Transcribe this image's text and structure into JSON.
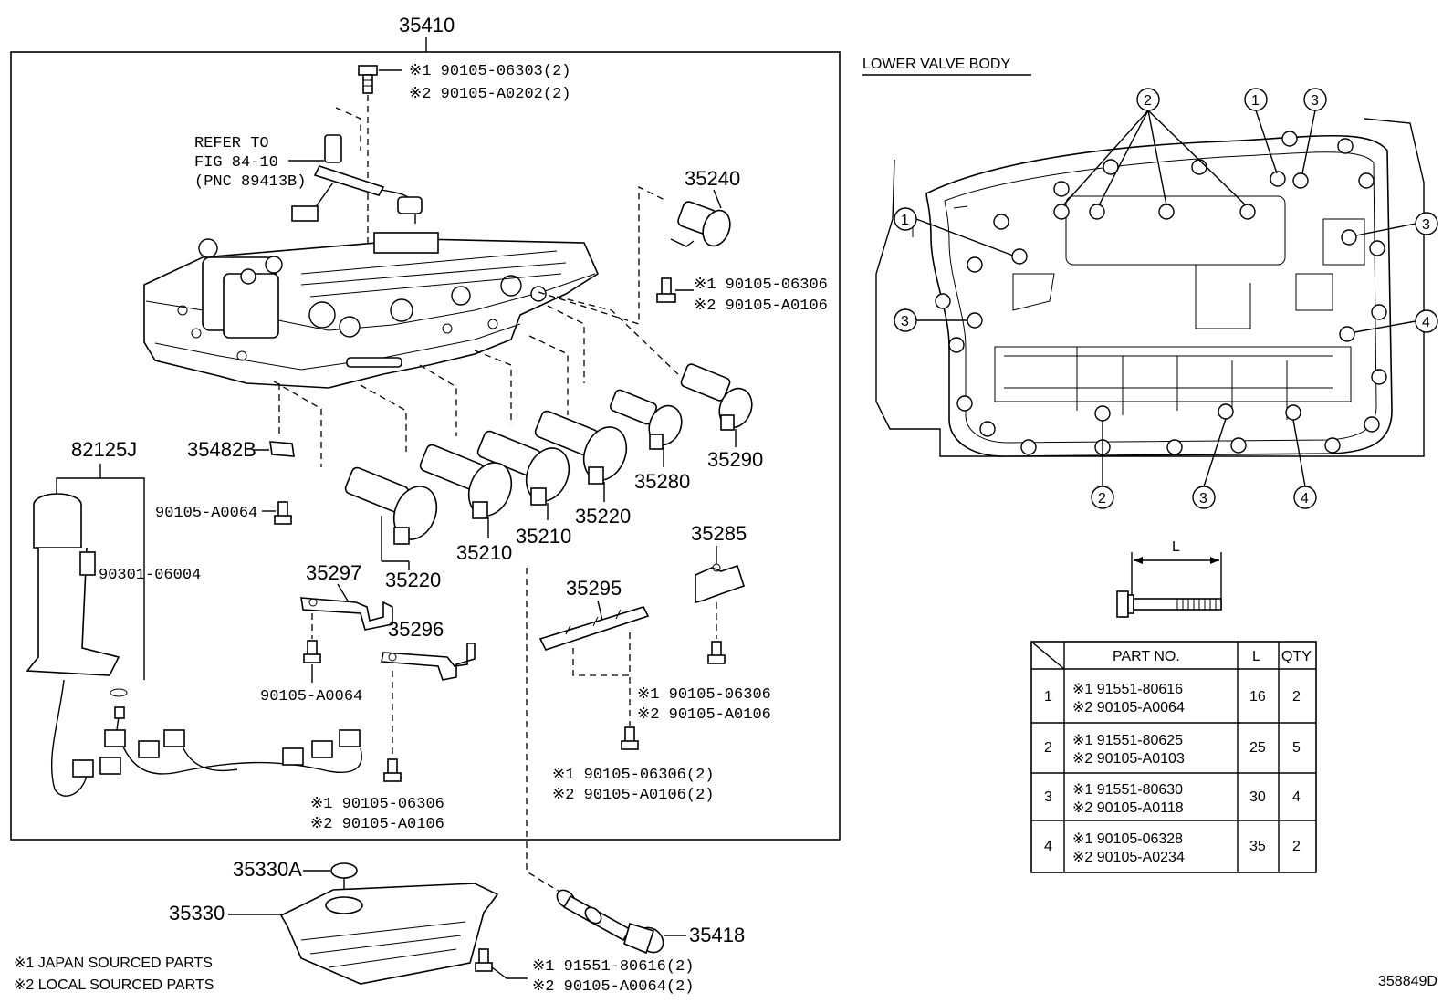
{
  "main_part": "35410",
  "refer": {
    "line1": "REFER TO",
    "line2": "FIG 84-10",
    "line3": "(PNC 89413B)"
  },
  "lower_valve_body_title": "LOWER VALVE BODY",
  "callouts": {
    "p35240": "35240",
    "p35290": "35290",
    "p35280": "35280",
    "p35220a": "35220",
    "p35210a": "35210",
    "p35210b": "35210",
    "p35220b": "35220",
    "p35482b": "35482B",
    "p82125j": "82125J",
    "p35297": "35297",
    "p35296": "35296",
    "p35295": "35295",
    "p35285": "35285",
    "p35330a": "35330A",
    "p35330": "35330",
    "p35418": "35418",
    "p90301": "90301-06004",
    "p90105_a0064_a": "90105-A0064",
    "p90105_a0064_b": "90105-A0064"
  },
  "bolt_pairs": {
    "top": {
      "l1": "※1 90105-06303(2)",
      "l2": "※2 90105-A0202(2)"
    },
    "right": {
      "l1": "※1 90105-06306",
      "l2": "※2 90105-A0106"
    },
    "mid": {
      "l1": "※1 90105-06306",
      "l2": "※2 90105-A0106"
    },
    "low": {
      "l1": "※1 90105-06306(2)",
      "l2": "※2 90105-A0106(2)"
    },
    "bottom_left": {
      "l1": "※1 90105-06306",
      "l2": "※2 90105-A0106"
    },
    "pan": {
      "l1": "※1 91551-80616(2)",
      "l2": "※2 90105-A0064(2)"
    }
  },
  "notes": {
    "n1": "※1 JAPAN SOURCED PARTS",
    "n2": "※2 LOCAL SOURCED PARTS"
  },
  "figure_id": "358849D",
  "dimension_label": "L",
  "lower_markers": {
    "top1": "2",
    "top2": "1",
    "top3": "3",
    "left1": "1",
    "left2": "3",
    "right1": "3",
    "right2": "4",
    "bot1": "2",
    "bot2": "3",
    "bot3": "4"
  },
  "table": {
    "headers": [
      "PART NO.",
      "L",
      "QTY"
    ],
    "rows": [
      {
        "idx": "1",
        "p1": "※1 91551-80616",
        "p2": "※2 90105-A0064",
        "l": "16",
        "qty": "2"
      },
      {
        "idx": "2",
        "p1": "※1 91551-80625",
        "p2": "※2 90105-A0103",
        "l": "25",
        "qty": "5"
      },
      {
        "idx": "3",
        "p1": "※1 91551-80630",
        "p2": "※2 90105-A0118",
        "l": "30",
        "qty": "4"
      },
      {
        "idx": "4",
        "p1": "※1 90105-06328",
        "p2": "※2 90105-A0234",
        "l": "35",
        "qty": "2"
      }
    ]
  }
}
